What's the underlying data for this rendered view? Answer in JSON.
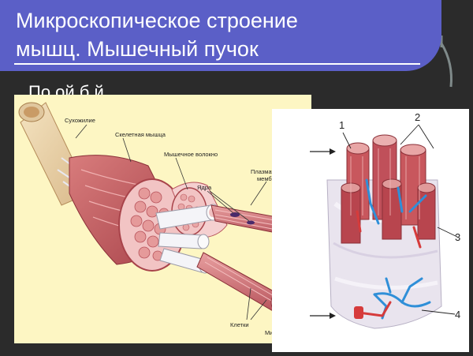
{
  "slide": {
    "title_line1": "Микроскопическое строение",
    "title_line2": "мышц. Мышечный пучок",
    "body_partial": "По    ой б    й"
  },
  "left_figure": {
    "labels": {
      "tendon": "Сухожилие",
      "skeletal_muscle": "Скелетная мышца",
      "muscle_fiber": "Мышечное волокно",
      "plasma_membrane_1": "Плазматическая",
      "plasma_membrane_2": "мембрана",
      "nuclei": "Ядра",
      "cells": "Клетки",
      "microfibers": "Микроволокна"
    }
  },
  "right_figure": {
    "numbers": [
      "1",
      "2",
      "3",
      "4"
    ]
  },
  "colors": {
    "title_bg": "#5b5fc7",
    "slide_bg": "#2b2b2b",
    "panel_bg": "#fdf6c3",
    "muscle": "#c8575d",
    "vessel_blue": "#2f8fd8",
    "vessel_red": "#d63b3b"
  }
}
